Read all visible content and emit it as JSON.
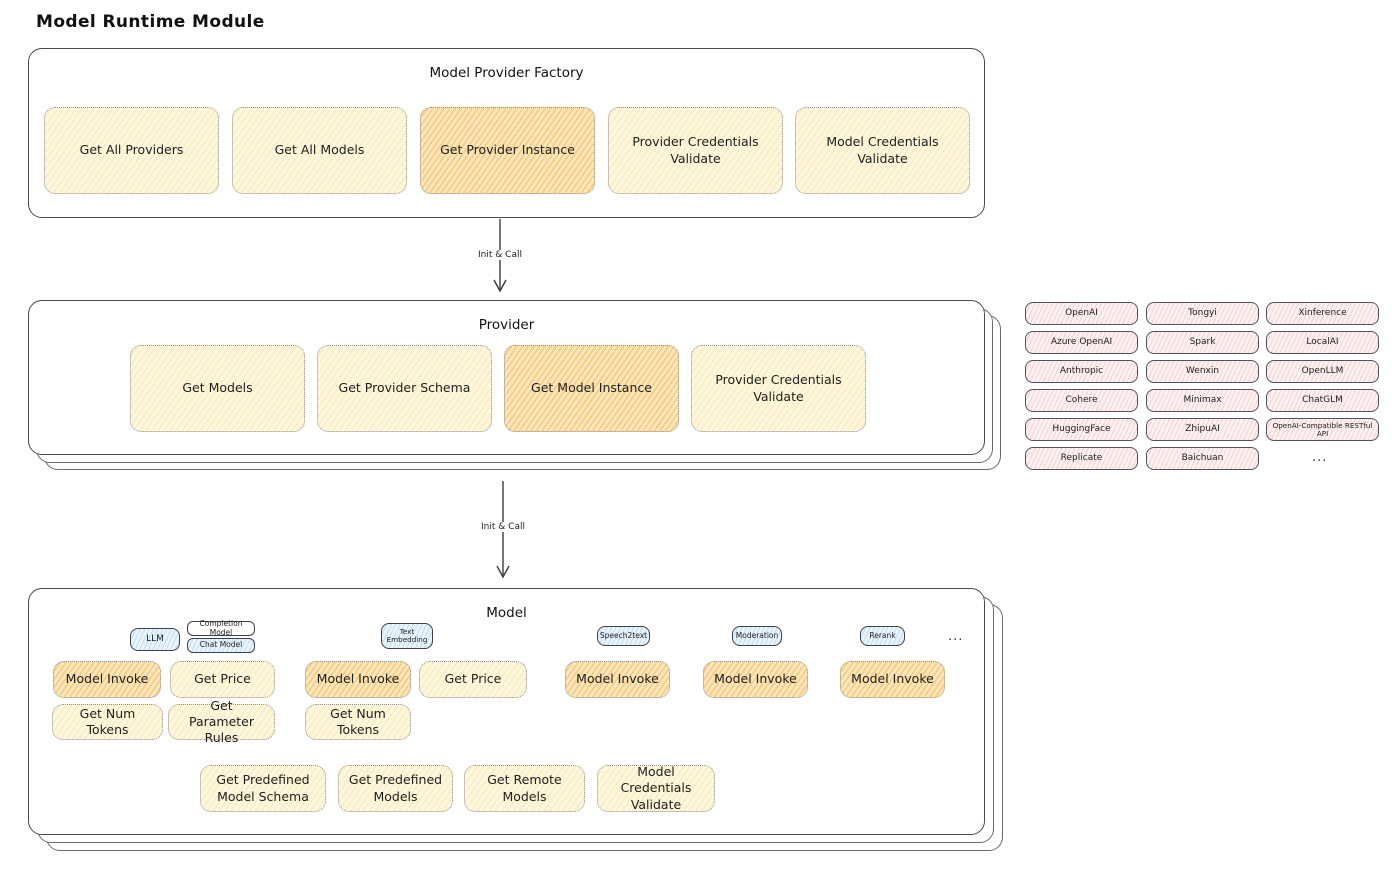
{
  "page": {
    "title": "Model Runtime Module"
  },
  "factory": {
    "title": "Model Provider Factory",
    "boxes": [
      {
        "label": "Get All Providers"
      },
      {
        "label": "Get All Models"
      },
      {
        "label": "Get Provider Instance"
      },
      {
        "label": "Provider Credentials Validate"
      },
      {
        "label": "Model Credentials Validate"
      }
    ]
  },
  "arrow1": {
    "label": "Init & Call"
  },
  "arrow2": {
    "label": "Init & Call"
  },
  "provider": {
    "title": "Provider",
    "boxes": [
      {
        "label": "Get Models"
      },
      {
        "label": "Get Provider Schema"
      },
      {
        "label": "Get Model Instance"
      },
      {
        "label": "Provider Credentials Validate"
      }
    ]
  },
  "provider_list": {
    "col1": [
      "OpenAI",
      "Azure OpenAI",
      "Anthropic",
      "Cohere",
      "HuggingFace",
      "Replicate"
    ],
    "col2": [
      "Tongyi",
      "Spark",
      "Wenxin",
      "Minimax",
      "ZhipuAI",
      "Baichuan"
    ],
    "col3": [
      "Xinference",
      "LocalAI",
      "OpenLLM",
      "ChatGLM",
      "OpenAI-Compatible RESTful API"
    ],
    "more": "..."
  },
  "model": {
    "title": "Model",
    "tabs": {
      "llm": "LLM",
      "completion": "Completion Model",
      "chat": "Chat Model",
      "text_embedding": "Text Embedding",
      "speech2text": "Speech2text",
      "moderation": "Moderation",
      "rerank": "Rerank",
      "more": "..."
    },
    "functions": {
      "model_invoke": "Model Invoke",
      "get_price": "Get Price",
      "get_num_tokens": "Get Num Tokens",
      "get_parameter_rules": "Get Parameter Rules",
      "get_predefined_model_schema": "Get Predefined Model Schema",
      "get_predefined_models": "Get Predefined Models",
      "get_remote_models": "Get Remote Models",
      "model_credentials_validate": "Model Credentials Validate"
    }
  }
}
